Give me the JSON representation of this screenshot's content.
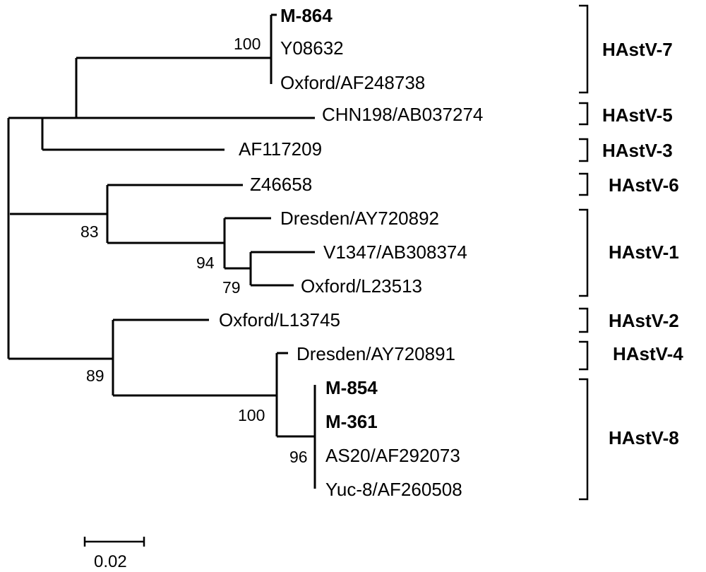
{
  "tree": {
    "taxa": [
      {
        "label": "M-864",
        "bold": true
      },
      {
        "label": "Y08632",
        "bold": false
      },
      {
        "label": "Oxford/AF248738",
        "bold": false
      },
      {
        "label": "CHN198/AB037274",
        "bold": false
      },
      {
        "label": "AF117209",
        "bold": false
      },
      {
        "label": "Z46658",
        "bold": false
      },
      {
        "label": "Dresden/AY720892",
        "bold": false
      },
      {
        "label": "V1347/AB308374",
        "bold": false
      },
      {
        "label": "Oxford/L23513",
        "bold": false
      },
      {
        "label": "Oxford/L13745",
        "bold": false
      },
      {
        "label": "Dresden/AY720891",
        "bold": false
      },
      {
        "label": "M-854",
        "bold": true
      },
      {
        "label": "M-361",
        "bold": true
      },
      {
        "label": "AS20/AF292073",
        "bold": false
      },
      {
        "label": "Yuc-8/AF260508",
        "bold": false
      }
    ],
    "bootstrap": [
      "100",
      "83",
      "94",
      "79",
      "89",
      "100",
      "96"
    ],
    "groups": [
      "HAstV-7",
      "HAstV-5",
      "HAstV-3",
      "HAstV-6",
      "HAstV-1",
      "HAstV-2",
      "HAstV-4",
      "HAstV-8"
    ],
    "scale_label": "0.02"
  }
}
